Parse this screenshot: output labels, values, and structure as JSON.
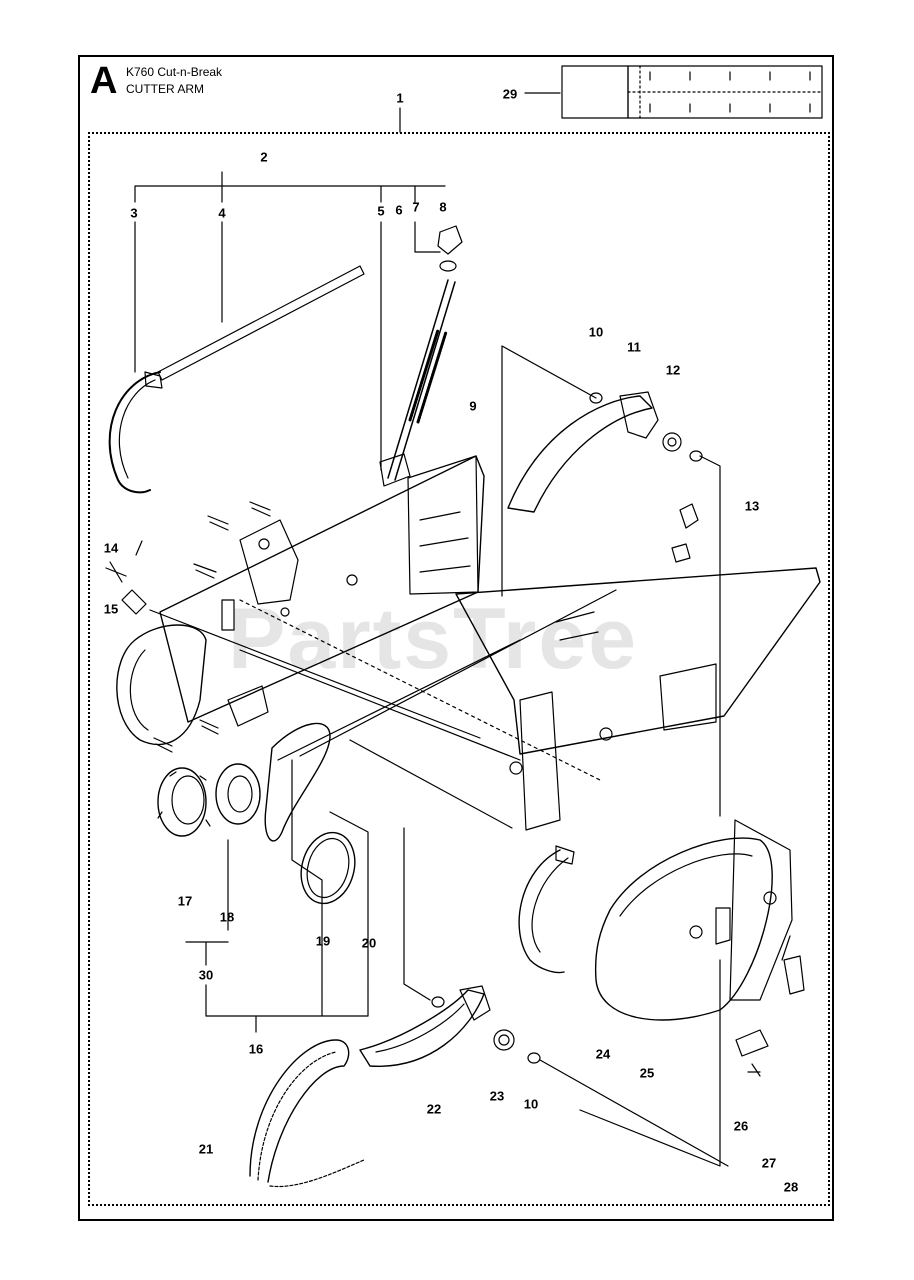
{
  "header": {
    "section_letter": "A",
    "model": "K760 Cut-n-Break",
    "section_title": "CUTTER ARM"
  },
  "watermark": "PartsTree",
  "colors": {
    "line": "#000000",
    "background": "#ffffff",
    "watermark": "#b4b4b4"
  },
  "callouts": {
    "c1": "1",
    "c2": "2",
    "c3": "3",
    "c4": "4",
    "c5": "5",
    "c6": "6",
    "c7": "7",
    "c8": "8",
    "c9": "9",
    "c10a": "10",
    "c10b": "10",
    "c11": "11",
    "c12": "12",
    "c13": "13",
    "c14": "14",
    "c15": "15",
    "c16": "16",
    "c17": "17",
    "c18": "18",
    "c19": "19",
    "c20": "20",
    "c21": "21",
    "c22": "22",
    "c23": "23",
    "c24": "24",
    "c25": "25",
    "c26": "26",
    "c27": "27",
    "c28": "28",
    "c29": "29",
    "c30": "30"
  }
}
